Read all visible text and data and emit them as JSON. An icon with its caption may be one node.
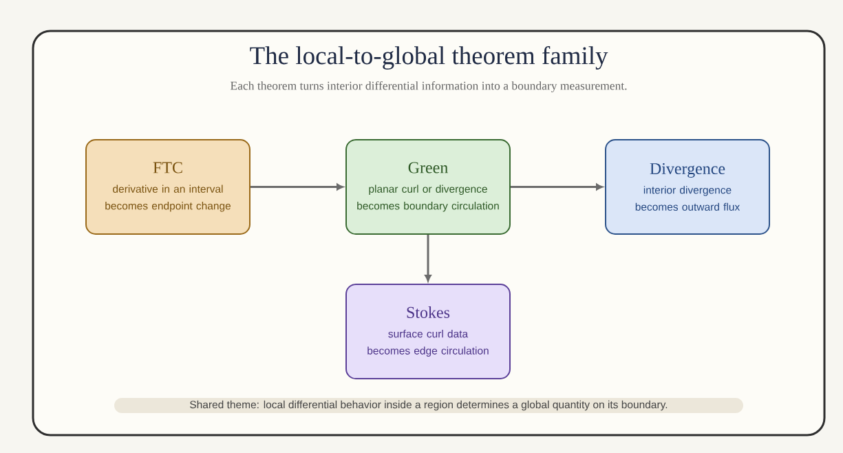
{
  "diagram": {
    "title": "The local-to-global theorem family",
    "caption": "Each theorem turns interior differential information into a boundary measurement.",
    "nodes": [
      {
        "text": [
          "FTC",
          "derivative in an interval becomes endpoint change"
        ]
      },
      {
        "text": [
          "Green",
          "planar curl or divergence becomes boundary circulation"
        ]
      },
      {
        "text": [
          "Divergence",
          "interior divergence becomes outward flux"
        ]
      },
      {
        "text": [
          "Stokes",
          "surface curl data becomes edge circulation"
        ]
      },
      {
        "text": [
          "Shared theme: local differential behavior inside a region determines a global quantity on its boundary."
        ]
      }
    ],
    "edges": [
      {
        "from": 0,
        "to": 1,
        "arrow": "to"
      },
      {
        "from": 1,
        "to": 2,
        "arrow": "to"
      },
      {
        "from": 1,
        "to": 3,
        "arrow": "to"
      }
    ]
  }
}
